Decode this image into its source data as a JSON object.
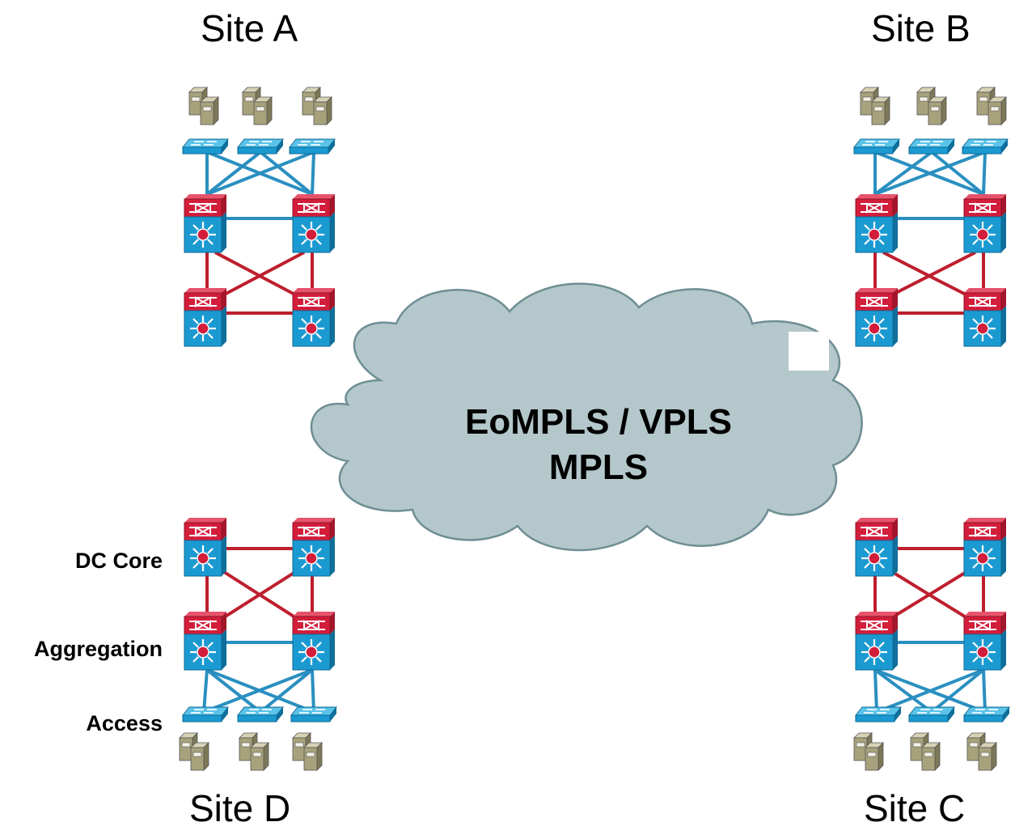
{
  "sites": [
    {
      "id": "a",
      "label": "Site A"
    },
    {
      "id": "b",
      "label": "Site B"
    },
    {
      "id": "c",
      "label": "Site C"
    },
    {
      "id": "d",
      "label": "Site D"
    }
  ],
  "layers": {
    "core": "DC Core",
    "aggregation": "Aggregation",
    "access": "Access"
  },
  "cloud": {
    "line1": "EoMPLS / VPLS",
    "line2": "MPLS"
  },
  "colors": {
    "cloud_fill": "#b4c7cb",
    "cloud_stroke": "#6e8e93",
    "switch_blue": "#1b9ad2",
    "router_red": "#d21d3b",
    "link_red": "#be1e2d",
    "link_blue": "#2a8fc0",
    "server_tan": "#a8a27c"
  },
  "icons": {
    "server": "server-icon",
    "access_switch": "workgroup-switch-icon",
    "multilayer_switch": "layer3-switch-icon",
    "service_module": "firewall-module-icon"
  }
}
